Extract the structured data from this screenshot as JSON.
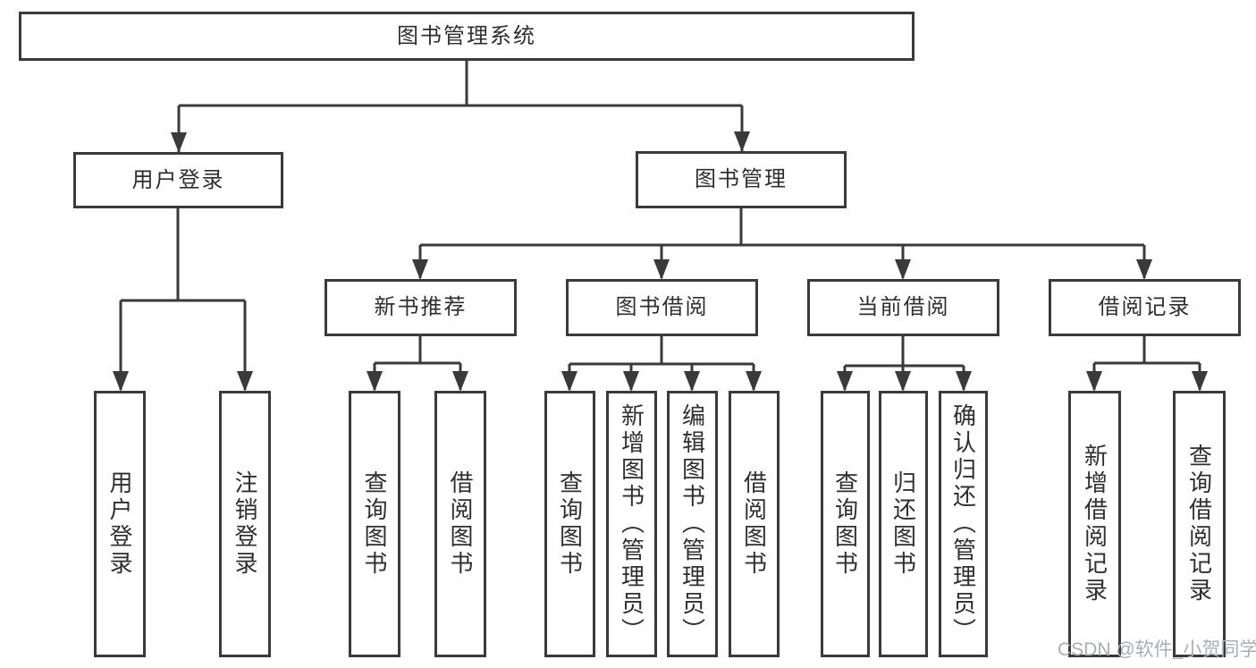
{
  "tree": {
    "root": {
      "label": "图书管理系统"
    },
    "branches": [
      {
        "label": "用户登录",
        "children": [
          {
            "label": "用户登录"
          },
          {
            "label": "注销登录"
          }
        ]
      },
      {
        "label": "图书管理",
        "children": [
          {
            "label": "新书推荐",
            "children": [
              {
                "label": "查询图书"
              },
              {
                "label": "借阅图书"
              }
            ]
          },
          {
            "label": "图书借阅",
            "children": [
              {
                "label": "查询图书"
              },
              {
                "label": "新增图书（管理员）"
              },
              {
                "label": "编辑图书（管理员）"
              },
              {
                "label": "借阅图书"
              }
            ]
          },
          {
            "label": "当前借阅",
            "children": [
              {
                "label": "查询图书"
              },
              {
                "label": "归还图书"
              },
              {
                "label": "确认归还（管理员）"
              }
            ]
          },
          {
            "label": "借阅记录",
            "children": [
              {
                "label": "新增借阅记录"
              },
              {
                "label": "查询借阅记录"
              }
            ]
          }
        ]
      }
    ]
  },
  "watermark": {
    "text": "CSDN @软件_小贺同学"
  },
  "colors": {
    "line": "#3a3a3a",
    "text": "#2f2f2f",
    "background": "#ffffff",
    "watermark": "#a9aeb3"
  }
}
